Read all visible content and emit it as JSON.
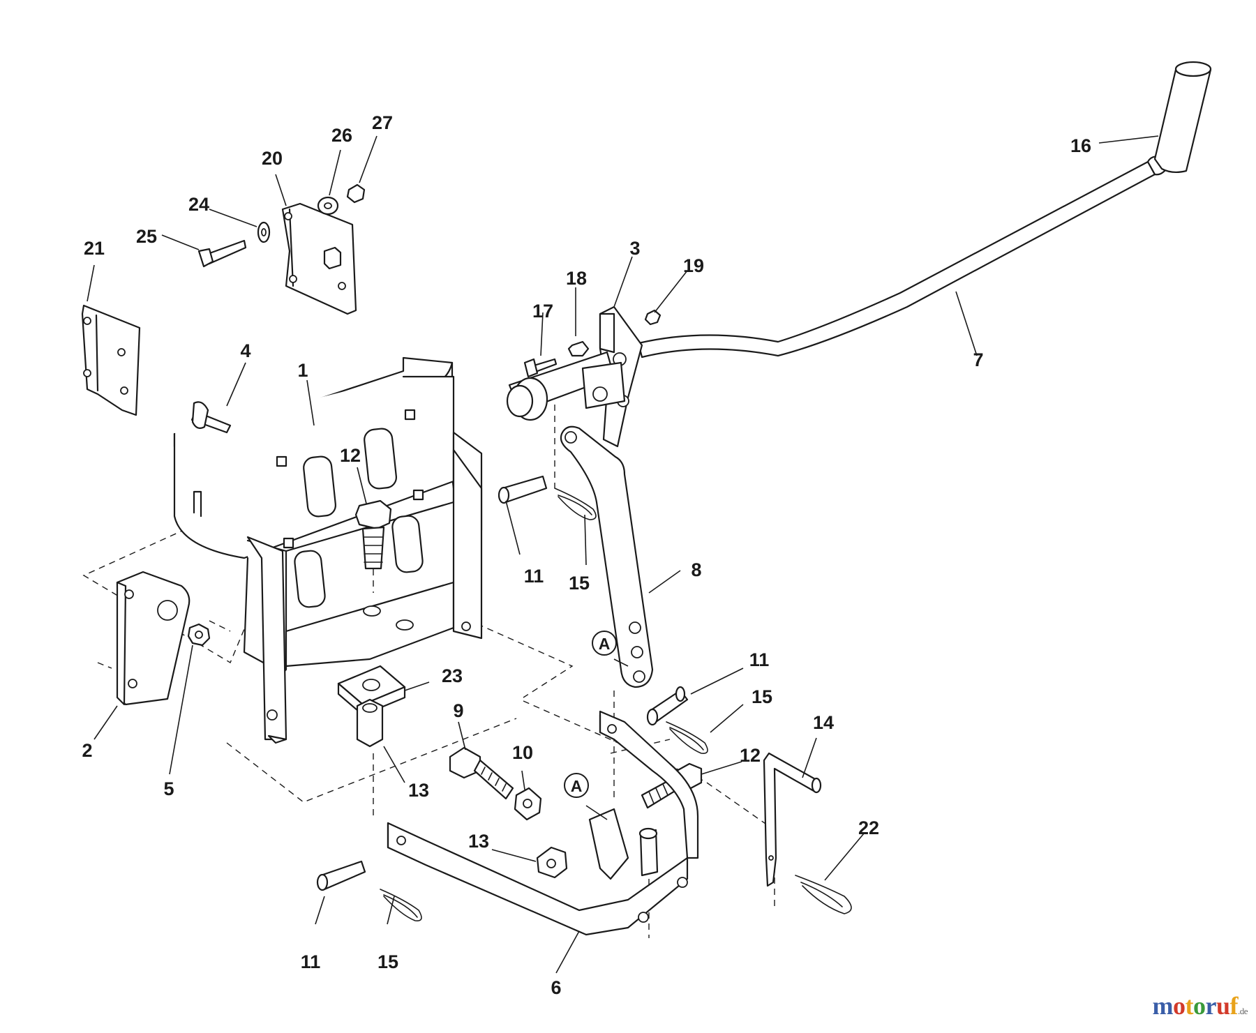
{
  "diagram": {
    "callouts": {
      "c1": "1",
      "c2": "2",
      "c3": "3",
      "c4": "4",
      "c5": "5",
      "c6": "6",
      "c7": "7",
      "c8": "8",
      "c9": "9",
      "c10": "10",
      "c11a": "11",
      "c11b": "11",
      "c11c": "11",
      "c12a": "12",
      "c12b": "12",
      "c13a": "13",
      "c13b": "13",
      "c14": "14",
      "c15a": "15",
      "c15b": "15",
      "c15c": "15",
      "c16": "16",
      "c17": "17",
      "c18": "18",
      "c19": "19",
      "c20": "20",
      "c21": "21",
      "c22": "22",
      "c23": "23",
      "c24": "24",
      "c25": "25",
      "c26": "26",
      "c27": "27",
      "refA1": "A",
      "refA2": "A"
    }
  },
  "watermark": {
    "letters": [
      "m",
      "o",
      "t",
      "o",
      "r",
      "u",
      "f"
    ],
    "colors": [
      "#3a5ea8",
      "#d23a2a",
      "#e8a21a",
      "#3a9a3a",
      "#3a5ea8",
      "#d23a2a",
      "#e8a21a"
    ],
    "suffix": ".de"
  }
}
